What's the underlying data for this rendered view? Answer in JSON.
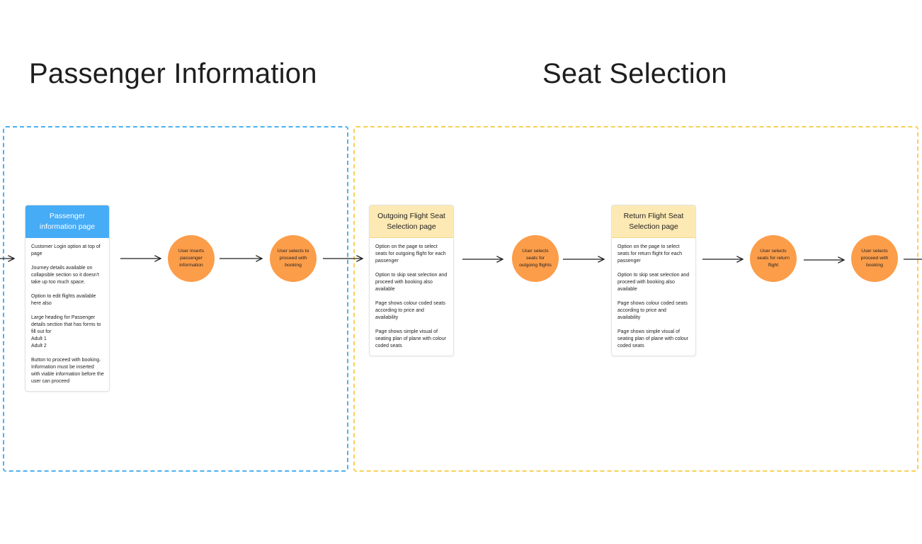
{
  "sections": {
    "passenger_title": "Passenger Information",
    "seat_title": "Seat Selection"
  },
  "cards": [
    {
      "title": "Passenger information page",
      "items": [
        "Customer Login option at top of page",
        "Journey details available on collapsible section so it doesn't take up too much space.",
        "Option to edit flights available here also",
        "Large heading for Passenger details section that has forms to fill out for\nAdult 1\nAdult 2",
        "Button to proceed with booking. Information must be inserted with viable information before the user can proceed"
      ]
    },
    {
      "title": "Outgoing Flight Seat Selection page",
      "items": [
        "Option on the page to select seats for outgoing flight for each passenger",
        "Option to skip seat selection and proceed with booking also available",
        "Page shows colour coded seats according to price and availability",
        "Page shows simple visual of seating plan of plane with colour coded seats"
      ]
    },
    {
      "title": "Return Flight Seat Selection page",
      "items": [
        "Option on the page to select seats for return flight for each passenger",
        "Option to skip seat selection and proceed with booking also available",
        "Page shows colour coded seats according to price and availability",
        "Page shows simple visual of seating plan of plane with colour coded seats"
      ]
    }
  ],
  "bubbles": [
    "User inserts passenger information",
    "User selects to proceed with booking",
    "User selects seats for outgoing flights",
    "User selects seats for return flight",
    "User selects proceed with booking"
  ],
  "colors": {
    "passenger_frame": "#4db1ef",
    "seat_frame": "#f7d156",
    "blue_header": "#46acf6",
    "yellow_header": "#fde9b3",
    "bubble": "#fc9d4a",
    "arrow": "#1e1e1e"
  }
}
